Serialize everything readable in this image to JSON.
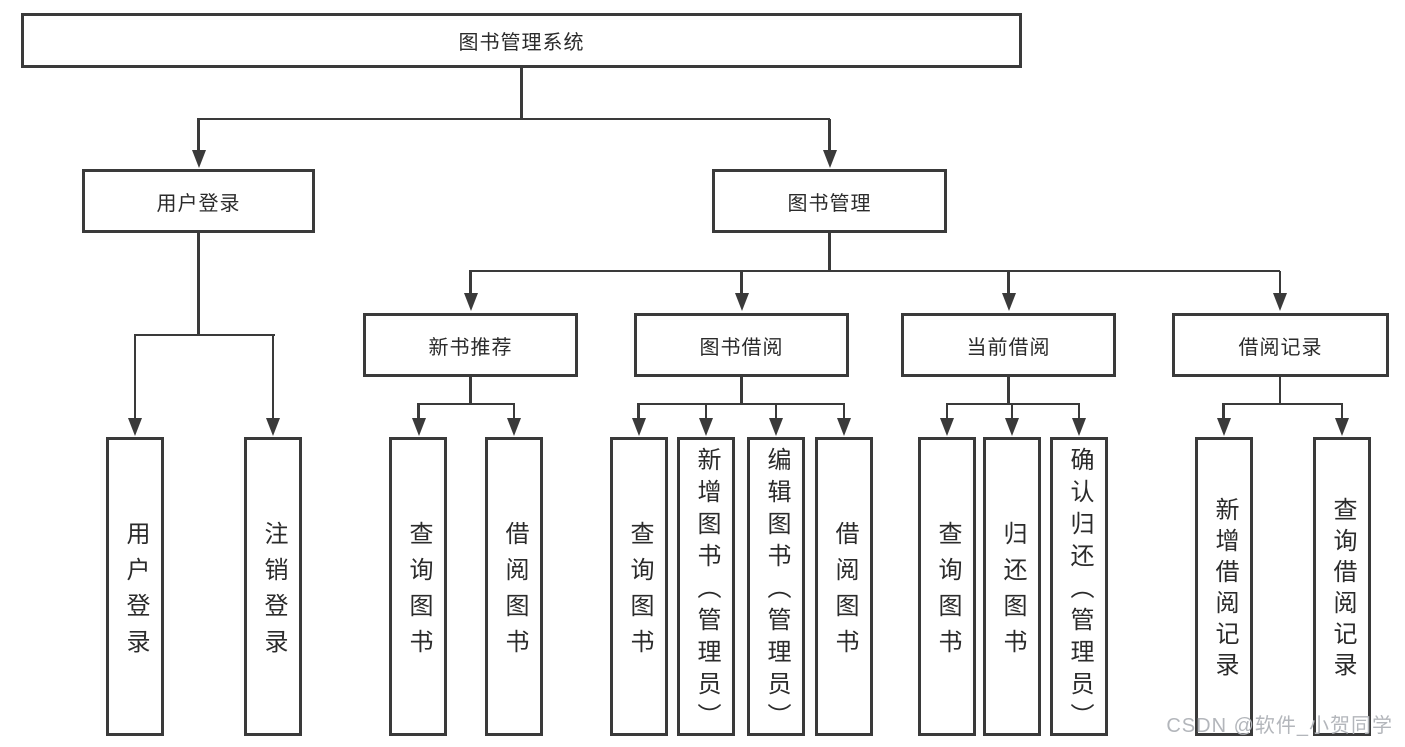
{
  "diagram": {
    "watermark": "CSDN @软件_小贺同学",
    "colors": {
      "line": "#3a3a3a",
      "text": "#2b2b2b",
      "watermark": "#b3b6bb",
      "background": "#ffffff"
    },
    "tree": {
      "root": {
        "label": "图书管理系统"
      },
      "branches": [
        {
          "label": "用户登录",
          "leaves": [
            "用户登录",
            "注销登录"
          ]
        },
        {
          "label": "图书管理",
          "groups": [
            {
              "label": "新书推荐",
              "leaves": [
                "查询图书",
                "借阅图书"
              ]
            },
            {
              "label": "图书借阅",
              "leaves": [
                "查询图书",
                "新增图书（管理员）",
                "编辑图书（管理员）",
                "借阅图书"
              ]
            },
            {
              "label": "当前借阅",
              "leaves": [
                "查询图书",
                "归还图书",
                "确认归还（管理员）"
              ]
            },
            {
              "label": "借阅记录",
              "leaves": [
                "新增借阅记录",
                "查询借阅记录"
              ]
            }
          ]
        }
      ]
    }
  }
}
